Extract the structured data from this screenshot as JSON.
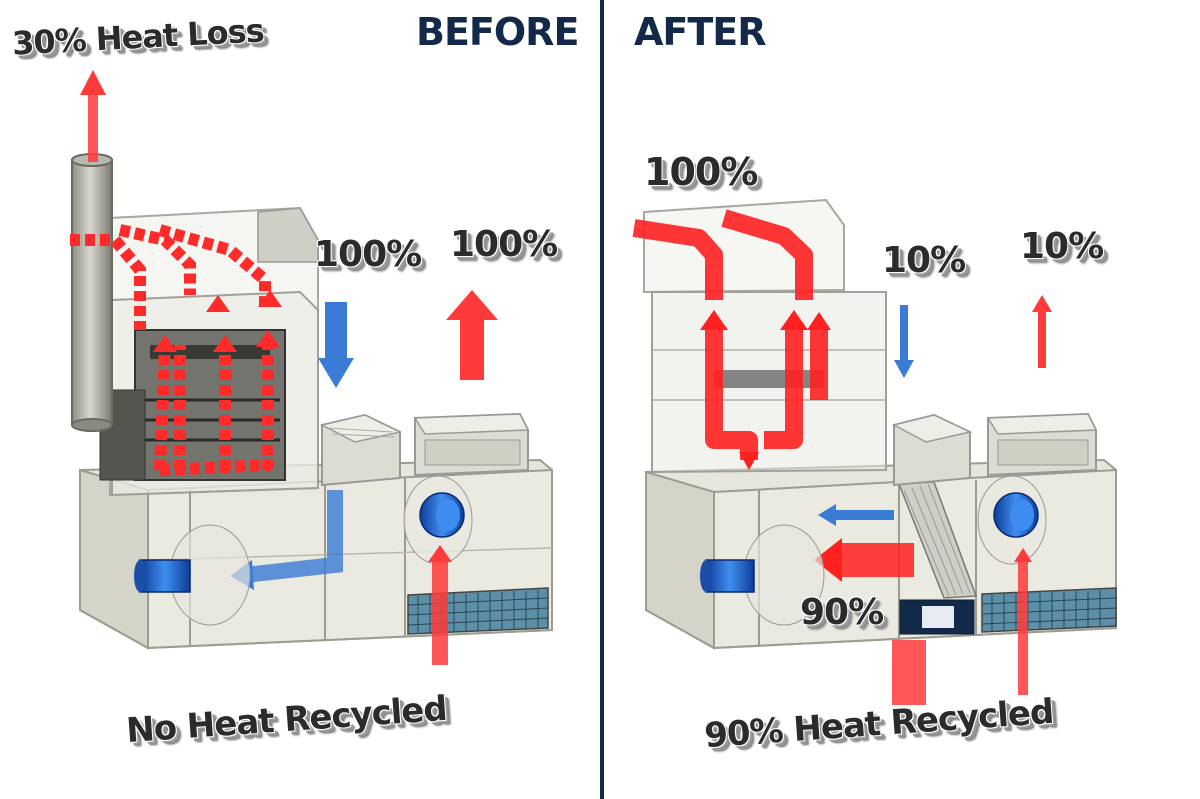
{
  "before": {
    "title": "BEFORE",
    "heat_loss_label": "30% Heat Loss",
    "inlet_label": "100%",
    "outlet_label": "100%",
    "caption": "No Heat Recycled"
  },
  "after": {
    "title": "AFTER",
    "top_label": "100%",
    "inlet_label": "10%",
    "outlet_label": "10%",
    "recovered_label": "90%",
    "caption": "90% Heat Recycled"
  },
  "colors": {
    "divider": "#13294a",
    "title": "#13294a",
    "hot_arrow": "#ff2a2a",
    "cold_arrow": "#3a7bd5",
    "motor": "#2a6fd6"
  }
}
